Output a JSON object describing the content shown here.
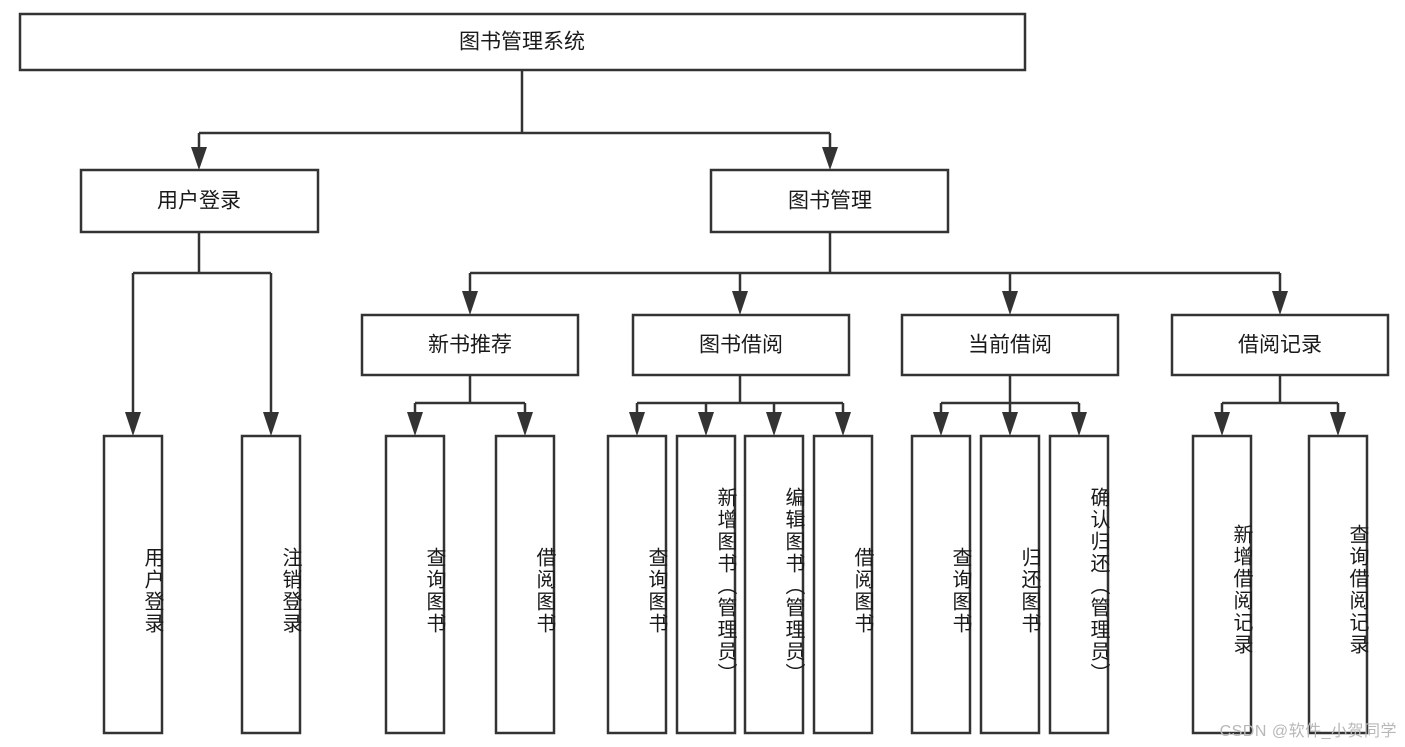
{
  "diagram": {
    "type": "tree-hierarchy",
    "title": "图书管理系统",
    "root": {
      "id": "root",
      "label": "图书管理系统",
      "orientation": "horizontal"
    },
    "level2": [
      {
        "id": "user-login",
        "label": "用户登录",
        "orientation": "horizontal"
      },
      {
        "id": "book-management",
        "label": "图书管理",
        "orientation": "horizontal"
      }
    ],
    "level3": [
      {
        "id": "new-book-recommend",
        "label": "新书推荐",
        "orientation": "horizontal",
        "parent": "book-management"
      },
      {
        "id": "book-borrow",
        "label": "图书借阅",
        "orientation": "horizontal",
        "parent": "book-management"
      },
      {
        "id": "current-borrow",
        "label": "当前借阅",
        "orientation": "horizontal",
        "parent": "book-management"
      },
      {
        "id": "borrow-record",
        "label": "借阅记录",
        "orientation": "horizontal",
        "parent": "book-management"
      }
    ],
    "leaves": [
      {
        "id": "leaf-user-login",
        "label": "用户登录",
        "parent": "user-login"
      },
      {
        "id": "leaf-logout-login",
        "label": "注销登录",
        "parent": "user-login"
      },
      {
        "id": "leaf-query-book-1",
        "label": "查询图书",
        "parent": "new-book-recommend"
      },
      {
        "id": "leaf-borrow-book-1",
        "label": "借阅图书",
        "parent": "new-book-recommend"
      },
      {
        "id": "leaf-query-book-2",
        "label": "查询图书",
        "parent": "book-borrow"
      },
      {
        "id": "leaf-add-book",
        "label": "新增图书（管理员）",
        "parent": "book-borrow"
      },
      {
        "id": "leaf-edit-book",
        "label": "编辑图书（管理员）",
        "parent": "book-borrow"
      },
      {
        "id": "leaf-borrow-book-2",
        "label": "借阅图书",
        "parent": "book-borrow"
      },
      {
        "id": "leaf-query-book-3",
        "label": "查询图书",
        "parent": "current-borrow"
      },
      {
        "id": "leaf-return-book",
        "label": "归还图书",
        "parent": "current-borrow"
      },
      {
        "id": "leaf-confirm-return",
        "label": "确认归还（管理员）",
        "parent": "current-borrow"
      },
      {
        "id": "leaf-add-borrow-record",
        "label": "新增借阅记录",
        "parent": "borrow-record"
      },
      {
        "id": "leaf-query-borrow-record",
        "label": "查询借阅记录",
        "parent": "borrow-record"
      }
    ],
    "colors": {
      "box_fill": "#ffffff",
      "box_stroke": "#333333",
      "connector": "#333333",
      "text": "#1a1a1a",
      "background": "#ffffff",
      "watermark": "#b8b8b8"
    }
  },
  "watermark": {
    "text": "CSDN @软件_小贺同学"
  }
}
